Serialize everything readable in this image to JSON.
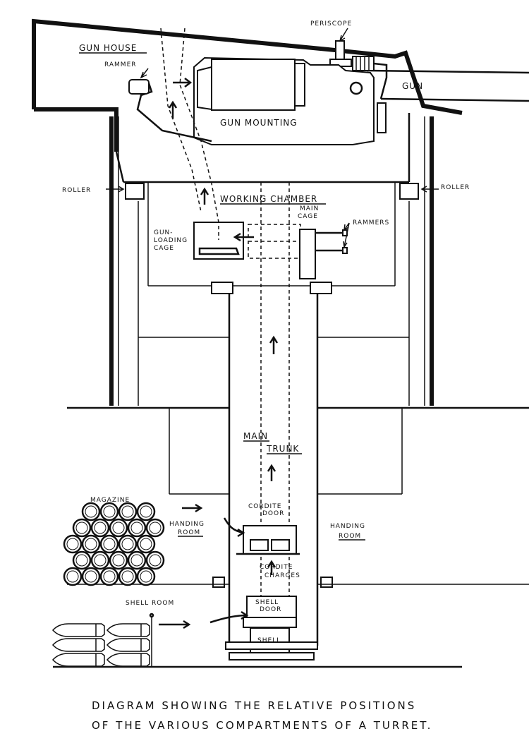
{
  "labels": {
    "gun_house": "GUN HOUSE",
    "periscope": "PERISCOPE",
    "rammer": "RAMMER",
    "gun": "GUN",
    "gun_mounting": "GUN MOUNTING",
    "roller_left": "ROLLER",
    "roller_right": "ROLLER",
    "working_chamber": "WORKING CHAMBER",
    "main_cage_1": "MAIN",
    "main_cage_2": "CAGE",
    "rammers": "RAMMERS",
    "gun_loading_1": "GUN-",
    "gun_loading_2": "LOADING",
    "gun_loading_3": "CAGE",
    "main_trunk_1": "MAIN",
    "main_trunk_2": "TRUNK",
    "magazine": "MAGAZINE",
    "handing_room_left_1": "HANDING",
    "handing_room_left_2": "ROOM",
    "handing_room_right_1": "HANDING",
    "handing_room_right_2": "ROOM",
    "cordite_door_1": "CORDITE",
    "cordite_door_2": "DOOR",
    "cordite_charges_1": "CORDITE",
    "cordite_charges_2": "CHARGES",
    "shell_room": "SHELL ROOM",
    "shell_door_1": "SHELL",
    "shell_door_2": "DOOR",
    "shell": "SHELL"
  },
  "caption": {
    "line1": "DIAGRAM SHOWING THE RELATIVE POSITIONS",
    "line2": "OF THE VARIOUS COMPARTMENTS OF A TURRET."
  }
}
